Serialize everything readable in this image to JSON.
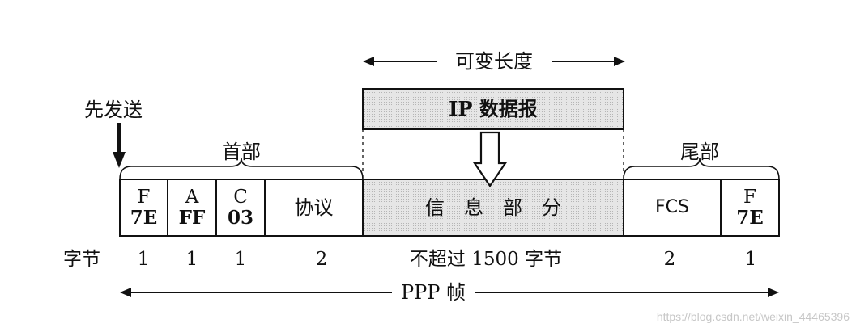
{
  "variable_length_label": "可变长度",
  "send_first_label": "先发送",
  "ip_datagram_label": "IP 数据报",
  "header_label": "首部",
  "trailer_label": "尾部",
  "fields": {
    "flag_start": {
      "name": "F",
      "value": "7E"
    },
    "address": {
      "name": "A",
      "value": "FF"
    },
    "control": {
      "name": "C",
      "value": "03"
    },
    "protocol": {
      "name": "协议"
    },
    "information": {
      "name": "信　息　部　分"
    },
    "fcs": {
      "name": "FCS"
    },
    "flag_end": {
      "name": "F",
      "value": "7E"
    }
  },
  "bytes_label": "字节",
  "byte_counts": {
    "flag_start": "1",
    "address": "1",
    "control": "1",
    "protocol": "2",
    "information": "不超过 1500 字节",
    "fcs": "2",
    "flag_end": "1"
  },
  "frame_label": "PPP 帧",
  "watermark": "https://blog.csdn.net/weixin_44465396",
  "colors": {
    "shaded_fill": "#e4e4e4",
    "stroke": "#111111"
  }
}
